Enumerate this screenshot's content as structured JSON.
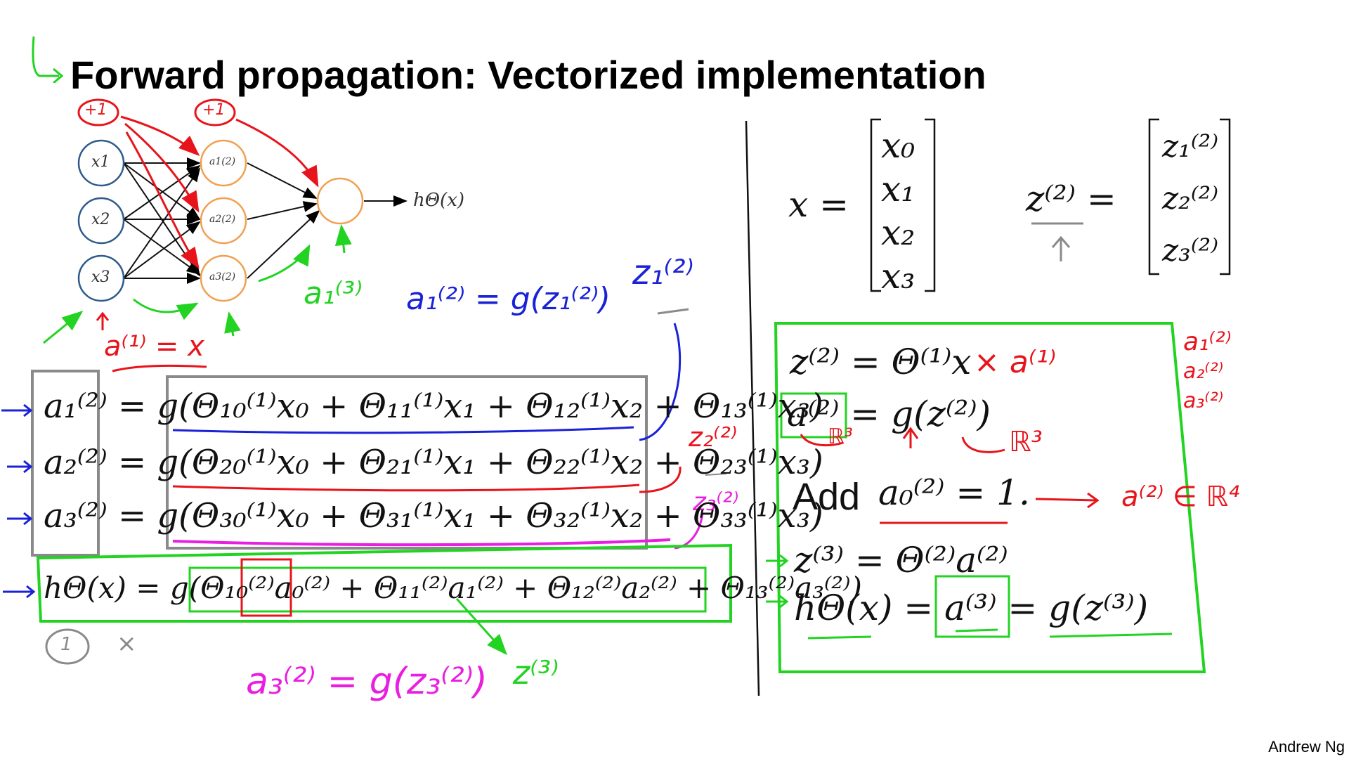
{
  "title": "Forward propagation: Vectorized implementation",
  "footer": "Andrew Ng",
  "network": {
    "inputs": [
      "x1",
      "x2",
      "x3"
    ],
    "hidden": [
      "a1(2)",
      "a2(2)",
      "a3(2)"
    ],
    "output_label": "hΘ(x)"
  },
  "equations": {
    "a1": "a₁⁽²⁾ = g(Θ₁₀⁽¹⁾x₀ + Θ₁₁⁽¹⁾x₁ + Θ₁₂⁽¹⁾x₂ + Θ₁₃⁽¹⁾x₃)",
    "a2": "a₂⁽²⁾ = g(Θ₂₀⁽¹⁾x₀ + Θ₂₁⁽¹⁾x₁ + Θ₂₂⁽¹⁾x₂ + Θ₂₃⁽¹⁾x₃)",
    "a3": "a₃⁽²⁾ = g(Θ₃₀⁽¹⁾x₀ + Θ₃₁⁽¹⁾x₁ + Θ₃₂⁽¹⁾x₂ + Θ₃₃⁽¹⁾x₃)",
    "h": "hΘ(x) = g(Θ₁₀⁽²⁾a₀⁽²⁾ + Θ₁₁⁽²⁾a₁⁽²⁾ + Θ₁₂⁽²⁾a₂⁽²⁾ + Θ₁₃⁽²⁾a₃⁽²⁾)"
  },
  "vectors": {
    "x_lhs": "x =",
    "x_entries": [
      "x₀",
      "x₁",
      "x₂",
      "x₃"
    ],
    "z_lhs": "z⁽²⁾ =",
    "z_entries": [
      "z₁⁽²⁾",
      "z₂⁽²⁾",
      "z₃⁽²⁾"
    ]
  },
  "vectorized": {
    "z2": "z⁽²⁾ = Θ⁽¹⁾x",
    "a2": "a⁽²⁾ = g(z⁽²⁾)",
    "add_word": "Add",
    "add_expr": "a₀⁽²⁾ = 1.",
    "z3": "z⁽³⁾ = Θ⁽²⁾a⁽²⁾",
    "h": "hΘ(x) = a⁽³⁾ = g(z⁽³⁾)"
  },
  "annotations": {
    "bias1": "+1",
    "bias2": "+1",
    "a1_eq_x": "a⁽¹⁾ = x",
    "a31": "a₁⁽³⁾",
    "a12_def": "a₁⁽²⁾ = g(z₁⁽²⁾)",
    "z12": "z₁⁽²⁾",
    "z22": "z₂⁽²⁾",
    "z32": "z₃⁽²⁾",
    "a32_def": "a₃⁽²⁾ = g(z₃⁽²⁾)",
    "z3": "z⁽³⁾",
    "times_a1": "× a⁽¹⁾",
    "r3_a": "ℝ³",
    "r3_b": "ℝ³",
    "a_vec_side": [
      "a₁⁽²⁾",
      "a₂⁽²⁾",
      "a₃⁽²⁾"
    ],
    "a2_in_r4": "a⁽²⁾ ∈ ℝ⁴",
    "one_marker": "1",
    "cross_marker": "×"
  },
  "colors": {
    "red": "#e8141c",
    "blue": "#1a22d8",
    "magenta": "#e81ee0",
    "green": "#22d322",
    "grey": "#8a8a8a",
    "input_node": "#2e5b8a",
    "hidden_node": "#f0a050"
  }
}
